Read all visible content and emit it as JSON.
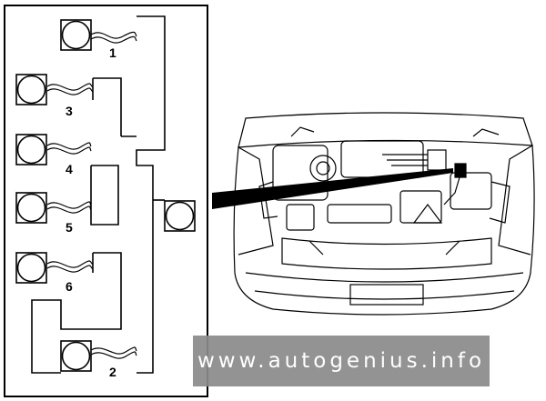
{
  "connector": {
    "fuse_labels": [
      "1",
      "2",
      "3",
      "4",
      "5",
      "6"
    ]
  },
  "watermark": {
    "text": "www.autogenius.info"
  },
  "colors": {
    "line": "#000000",
    "background": "#ffffff",
    "watermark_bg": "#8a8a8a",
    "watermark_text": "#ffffff"
  }
}
